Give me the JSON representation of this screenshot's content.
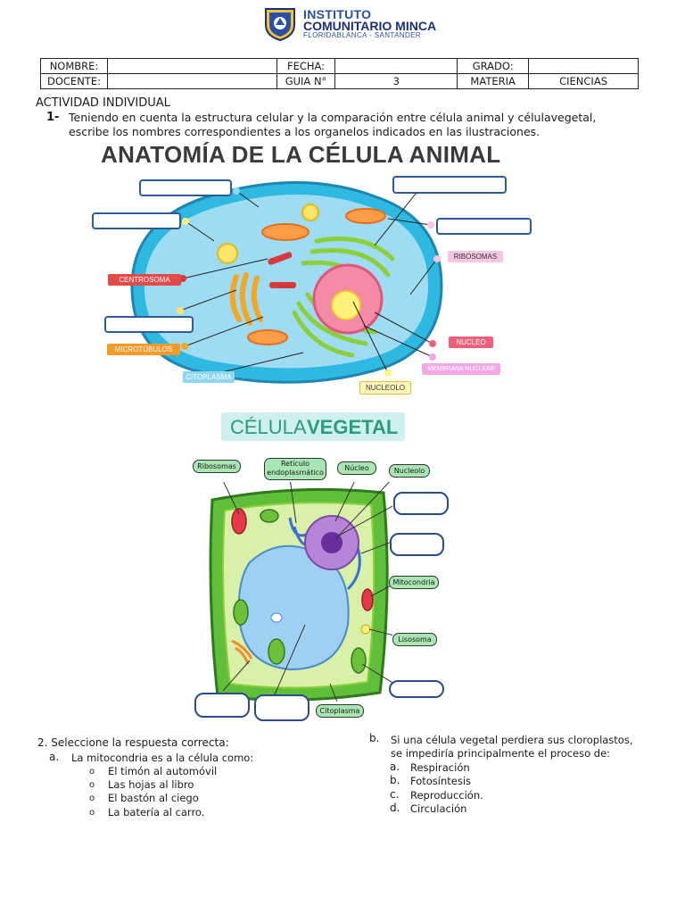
{
  "header": {
    "institute_line1": "INSTITUTO",
    "institute_line2": "COMUNITARIO MINCA",
    "city": "FLORIDABLANCA - SANTANDER"
  },
  "info_table": {
    "row1": [
      "NOMBRE:",
      "",
      "FECHA:",
      "",
      "GRADO:",
      ""
    ],
    "row2": [
      "DOCENTE:",
      "",
      "GUIA N°",
      "3",
      "MATERIA",
      "CIENCIAS"
    ]
  },
  "activity": {
    "title": "ACTIVIDAD INDIVIDUAL",
    "q1_number": "1-",
    "q1_line1": "Teniendo en cuenta la estructura celular y la comparación entre célula animal y célulavegetal,",
    "q1_line2": "escribe los nombres correspondientes a los organelos indicados en las ilustraciones."
  },
  "animal_cell": {
    "title": "ANATOMÍA DE LA CÉLULA ANIMAL",
    "labels": {
      "centrosoma": "CENTROSOMA",
      "microtubulos": "MICROTÚBULOS",
      "citoplasma": "CITOPLASMA",
      "nucleolo": "NUCLEOLO",
      "ribosomas": "RIBOSOMAS",
      "nucleo": "NUCLEO",
      "membrana_nuclear": "MEMBRANA NUCLEAR"
    },
    "colors": {
      "centrosoma": "#e34a4a",
      "microtubulos": "#f59b2a",
      "citoplasma": "#8fd6f0",
      "nucleolo": "#fff7b8",
      "ribosomas": "#f6c6e2",
      "nucleo": "#f0607a",
      "membrana_nuclear": "#f3a8e6"
    }
  },
  "plant_cell": {
    "title_light": "CÉLULA",
    "title_bold": "VEGETAL",
    "labels": {
      "ribosomas": "Ribosomas",
      "reticulo_l1": "Retículo",
      "reticulo_l2": "endoplasmático",
      "nucleo": "Núcleo",
      "nucleolo": "Nucleolo",
      "mitocondria": "Mitocondria",
      "lisosoma": "Lisosoma",
      "citoplasma": "Citoplasma"
    }
  },
  "question2": {
    "title": "2. Seleccione la respuesta correcta:",
    "a_letter": "a.",
    "a_text": "La mitocondria es a la célula como:",
    "a_options": [
      "El timón al automóvil",
      "Las hojas al libro",
      "El bastón al ciego",
      "La batería al carro."
    ],
    "bullet": "o"
  },
  "question_b": {
    "letter": "b.",
    "line1": "Si una célula vegetal perdiera sus cloroplastos,",
    "line2": "se impediría principalmente el proceso de:",
    "options": [
      {
        "letter": "a.",
        "text": "Respiración"
      },
      {
        "letter": "b.",
        "text": "Fotosíntesis"
      },
      {
        "letter": "c.",
        "text": "Reproducción."
      },
      {
        "letter": "d.",
        "text": "Circulación"
      }
    ]
  }
}
